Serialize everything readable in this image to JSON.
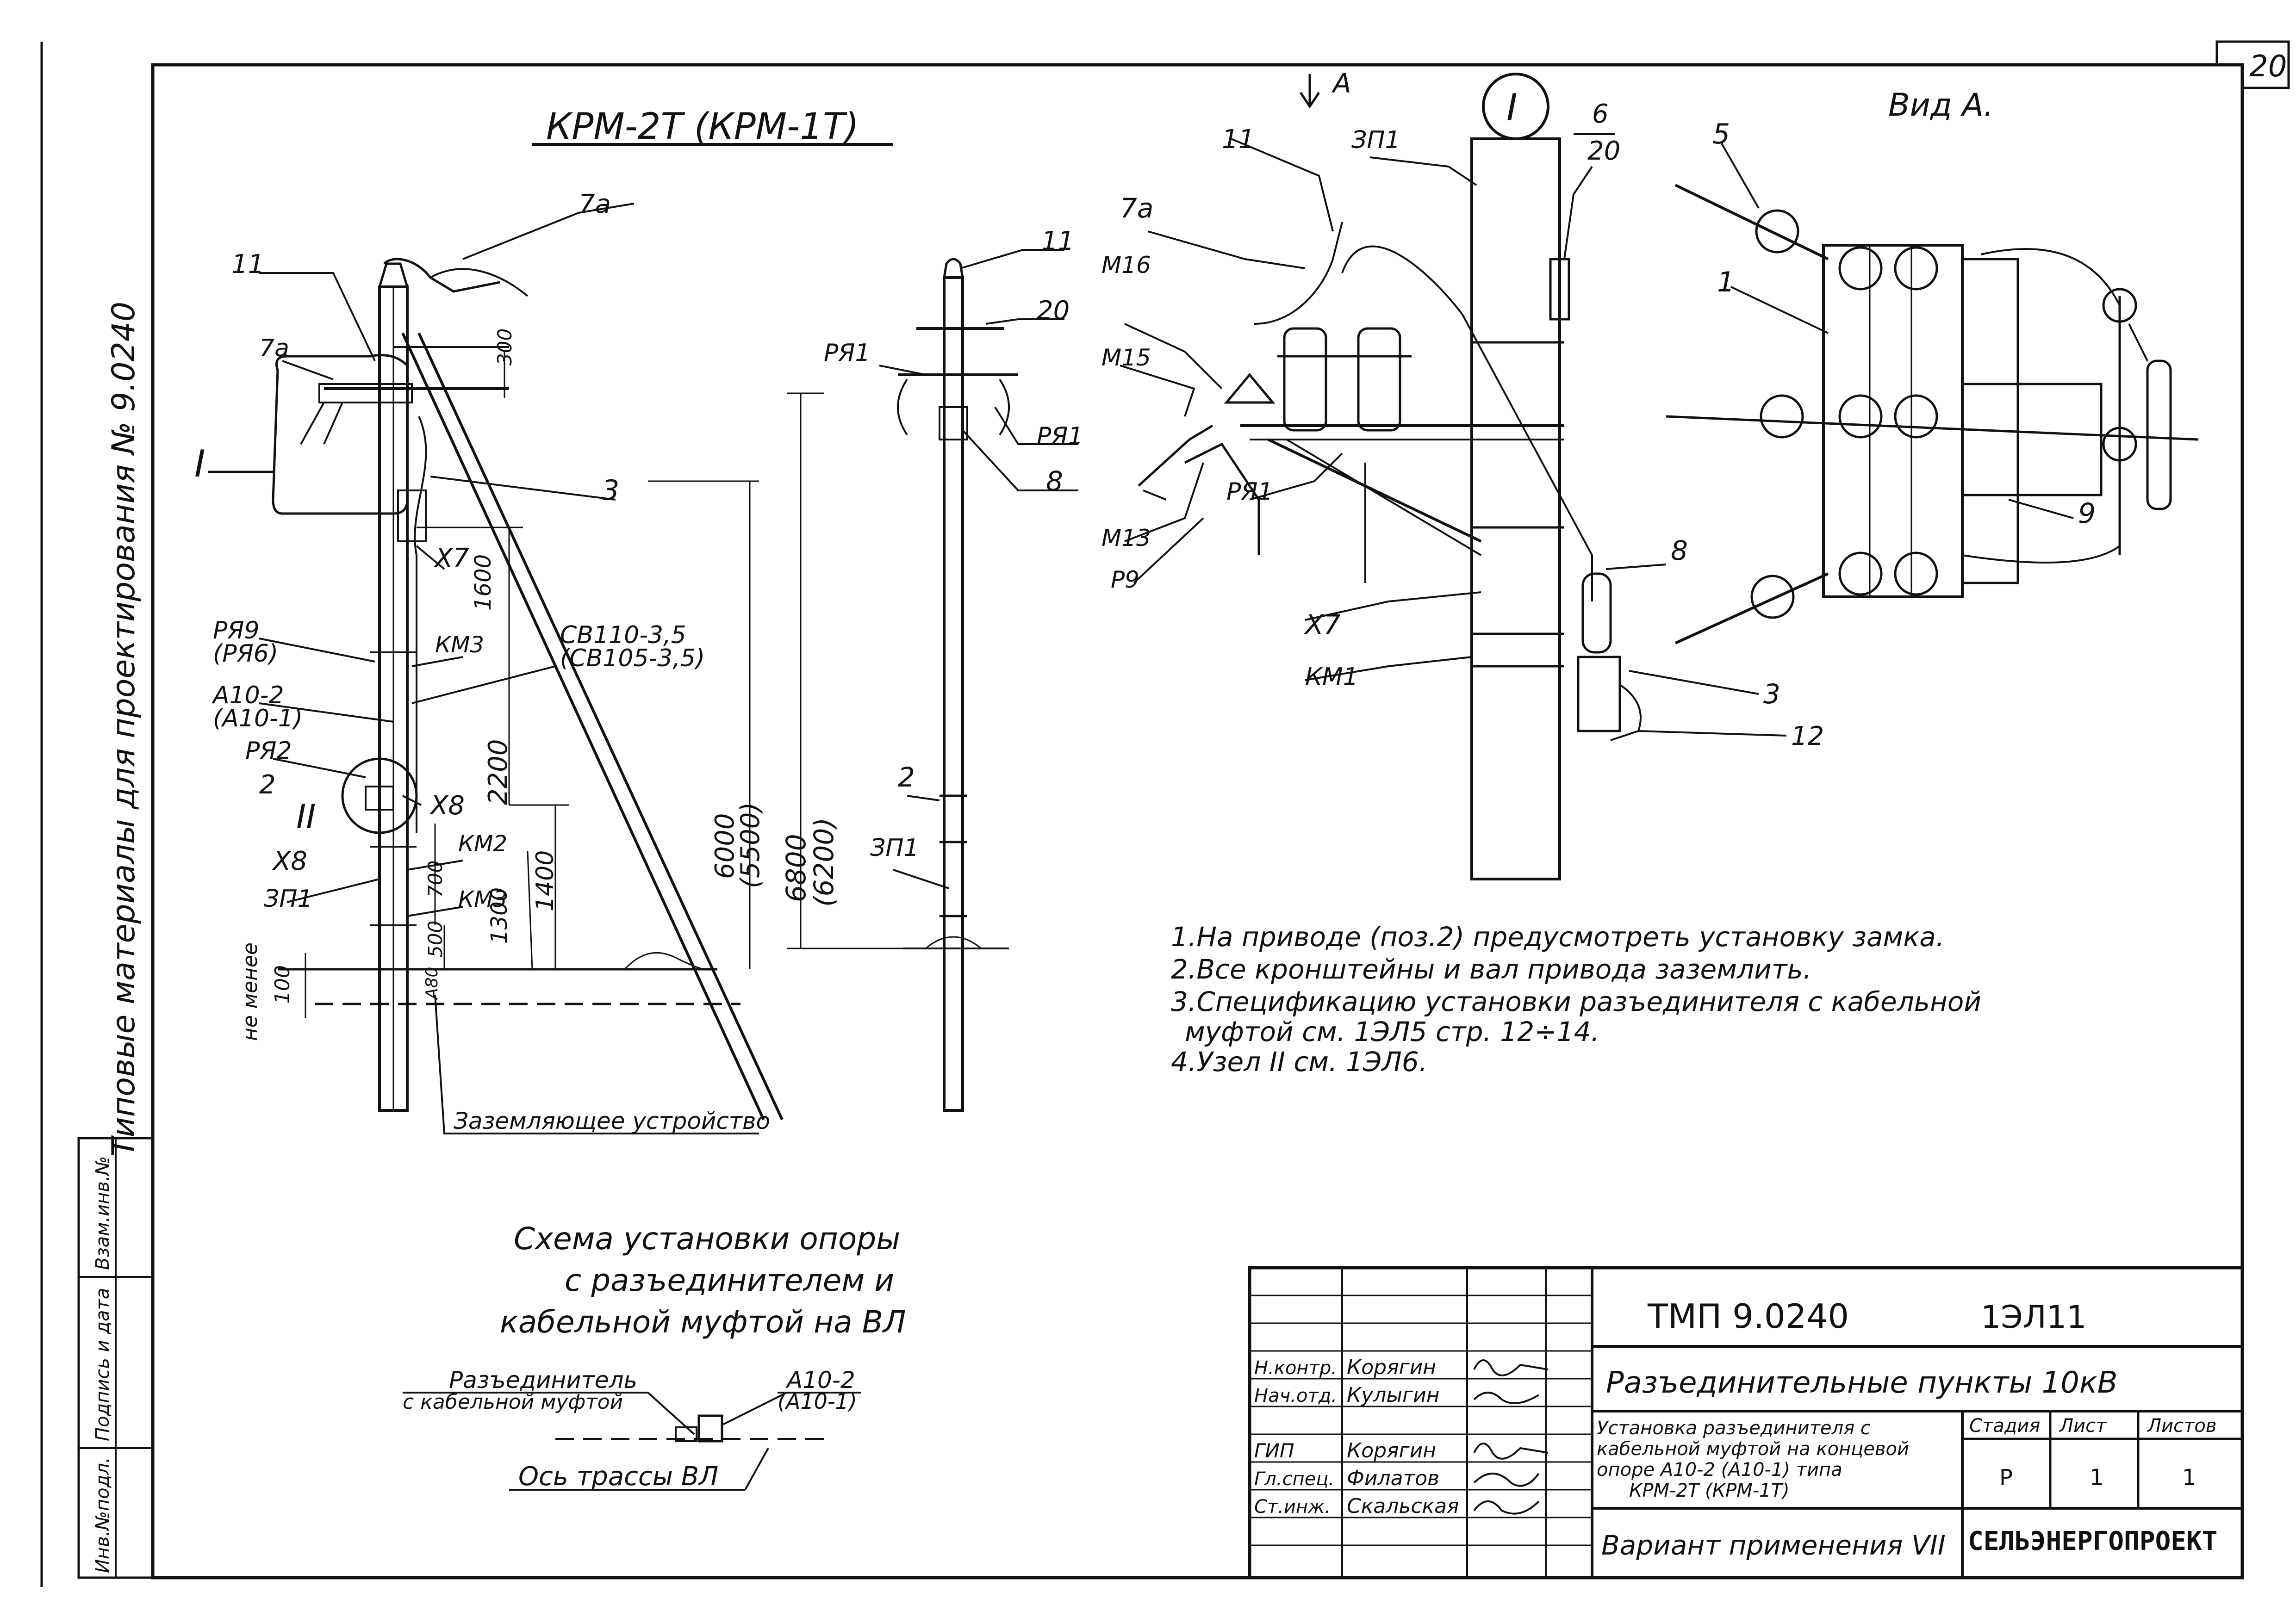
{
  "sheet_number": "20",
  "side_note": "Типовые материалы для проектирования № 9.0240",
  "side_stamp": [
    "Инв.№подл.",
    "Подпись и дата",
    "Взам.инв.№"
  ],
  "left_view": {
    "title": "КРМ-2Т (КРМ-1Т)",
    "labels": {
      "p7a_top": "7а",
      "p11": "11",
      "p7a": "7а",
      "node1": "I",
      "p3": "3",
      "x7": "Х7",
      "ra9": "РЯ9",
      "ra6": "(РЯ6)",
      "km3_top": "КМ3",
      "sv110": "СВ110-3,5",
      "sv105": "(СВ105-3,5)",
      "a10_2": "А10-2",
      "a10_1": "(А10-1)",
      "ra2": "РЯ2",
      "p2": "2",
      "node2": "II",
      "x8a": "Х8",
      "x8b": "Х8",
      "zp1": "ЗП1",
      "km2": "КМ2",
      "km3": "КМ3"
    },
    "dims": {
      "d300": "300",
      "d1600": "1600",
      "d2200": "2200",
      "d1300": "1300",
      "d700": "700",
      "d500": "500",
      "d1400": "1400",
      "d6000": "6000",
      "d5500": "(5500)",
      "d100": "100",
      "d480": "А80",
      "ne_menee": "не менее"
    },
    "ground_label": "Заземляющее устройство"
  },
  "front_view": {
    "labels": {
      "p11": "11",
      "p20": "20",
      "ra1a": "РЯ1",
      "ra1b": "РЯ1",
      "p8": "8",
      "p2": "2",
      "zp1": "ЗП1"
    },
    "dims": {
      "d6800": "6800",
      "d6200": "(6200)"
    }
  },
  "detail1": {
    "node": "I",
    "arrow_label": "А",
    "labels": {
      "p11": "11",
      "p7a": "7а",
      "m16": "М16",
      "m15": "М15",
      "m13": "М13",
      "p9": "Р9",
      "ra1": "РЯ1",
      "zp1": "ЗП1",
      "p6": "6",
      "p20": "20",
      "p8": "8",
      "x7": "Х7",
      "km1": "КМ1",
      "p3": "3",
      "p12": "12"
    }
  },
  "view_a": {
    "title": "Вид А.",
    "labels": {
      "p5": "5",
      "p1": "1",
      "p9": "9"
    }
  },
  "notes": [
    "1.На приводе (поз.2) предусмотреть установку замка.",
    "2.Все кронштейны и вал привода заземлить.",
    "3.Спецификацию установки разъединителя с кабельной",
    "муфтой см. 1ЭЛ5 стр. 12÷14.",
    "4.Узел II см. 1ЭЛ6."
  ],
  "scheme": {
    "title": [
      "Схема установки опоры",
      "с разъединителем и",
      "кабельной муфтой на ВЛ"
    ],
    "disconnector": [
      "Разъединитель",
      "с кабельной муфтой"
    ],
    "support": [
      "А10-2",
      "(А10-1)"
    ],
    "axis": "Ось трассы ВЛ"
  },
  "title_block": {
    "doc_code": "ТМП 9.0240",
    "sheet_code": "1ЭЛ11",
    "project": "Разъединительные пункты 10кВ",
    "description": [
      "Установка разъединителя с",
      "кабельной муфтой на концевой",
      "опоре А10-2 (А10-1) типа",
      "КРМ-2Т (КРМ-1Т)"
    ],
    "variant": "Вариант применения VII",
    "org": "СЕЛЬЭНЕРГОПРОЕКТ",
    "stage_header": [
      "Стадия",
      "Лист",
      "Листов"
    ],
    "stage_values": [
      "Р",
      "1",
      "1"
    ],
    "roles": [
      {
        "role": "Н.контр.",
        "name": "Корягин"
      },
      {
        "role": "Нач.отд.",
        "name": "Кулыгин"
      },
      {
        "role": "",
        "name": ""
      },
      {
        "role": "ГИП",
        "name": "Корягин"
      },
      {
        "role": "Гл.спец.",
        "name": "Филатов"
      },
      {
        "role": "Ст.инж.",
        "name": "Скальская"
      }
    ]
  }
}
